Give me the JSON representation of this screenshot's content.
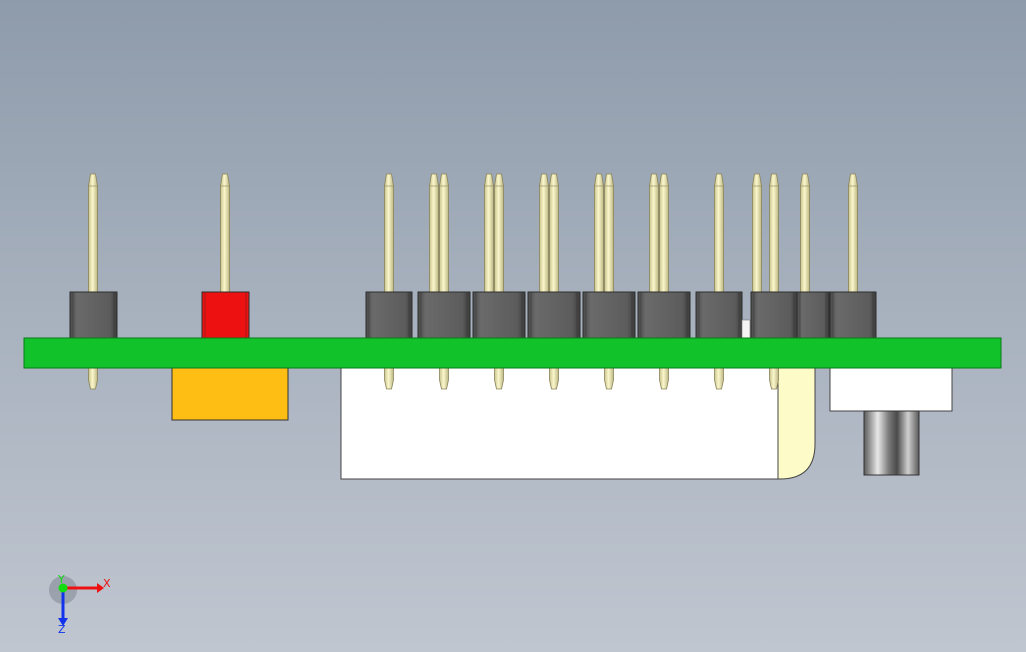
{
  "colors": {
    "pcb": "#12c22a",
    "pcb_edge": "#0a7a18",
    "pin": "#f5f0b8",
    "pin_edge": "#8a845a",
    "housing": "#5f5f5f",
    "housing_edge": "#2e2e2e",
    "header_red": "#ee1111",
    "component_orange": "#ffbe14",
    "connector_white": "#ffffff",
    "connector_shroud": "#fdfbc8",
    "barrel_metal": "#9a9a9a",
    "axis_x": "#ee1111",
    "axis_y": "#11dd11",
    "axis_z": "#1133ee"
  },
  "axis_triad": {
    "x_label": "X",
    "y_label": "Y",
    "z_label": "Z",
    "x_color": "#ee1111",
    "y_color": "#11dd11",
    "z_color": "#1133ee"
  }
}
